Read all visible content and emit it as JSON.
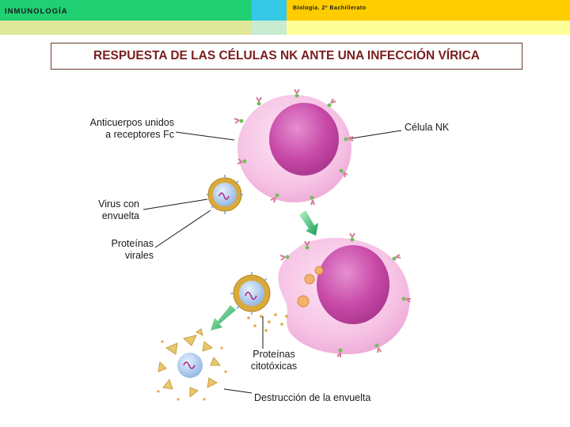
{
  "header": {
    "left_title": "INMUNOLOGÍA",
    "right_title": "Biología. 2º Bachillerato",
    "colors": {
      "green": "#1fcf72",
      "cyan": "#35c9e6",
      "yellow": "#ffcc00",
      "light_yellow": "#ffff99"
    }
  },
  "slide": {
    "title": "RESPUESTA DE LAS CÉLULAS NK ANTE UNA INFECCIÓN VÍRICA",
    "title_color": "#7a1e1e"
  },
  "labels": {
    "antibodies_line1": "Anticuerpos unidos",
    "antibodies_line2": "a receptores Fc",
    "nk_cell_line1": "Célula NK",
    "virus_line1": "Virus con",
    "virus_line2": "envuelta",
    "viral_proteins_line1": "Proteínas",
    "viral_proteins_line2": "virales",
    "cytotoxic_line1": "Proteínas",
    "cytotoxic_line2": "citotóxicas",
    "destruction": "Destrucción de la envuelta"
  },
  "colors": {
    "cell_pink": "#f7c4e6",
    "nucleus": "#c0409c",
    "virus_envelope": "#d9a93a",
    "virus_core": "#a8c8ec",
    "arrow_green": "#2fb56b",
    "granule": "#e2a743"
  }
}
